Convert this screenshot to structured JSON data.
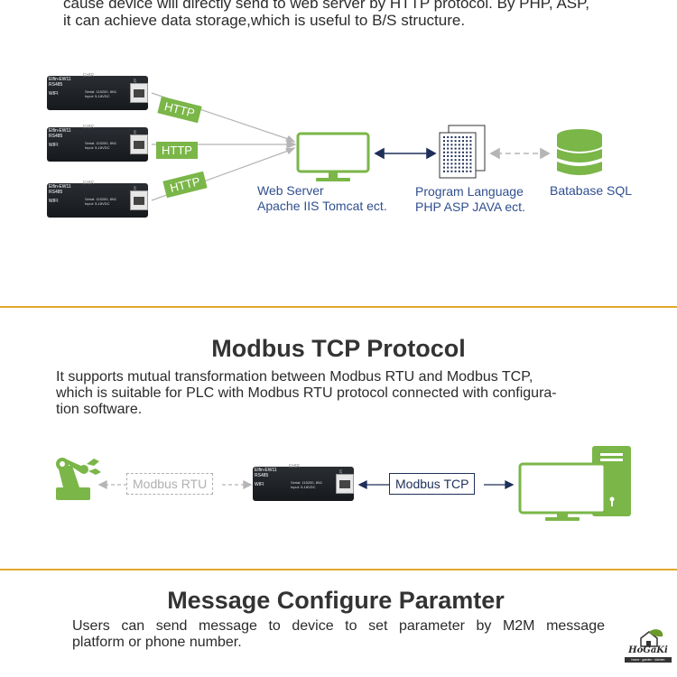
{
  "intro": {
    "line1": "cause device will directly send to web server by HTTP protocol. By PHP, ASP,",
    "line2": "it can achieve data storage,which is useful to B/S structure."
  },
  "http_diagram": {
    "devices": [
      {
        "model": "Elfin-EW11",
        "sub": "RS485",
        "wifi": "WIFI",
        "specs": "Serial: 115200, 8N1\nInput: 5-18VDC",
        "brand": "EHIR",
        "sd": "STATUS"
      },
      {
        "model": "Elfin-EW11",
        "sub": "RS485",
        "wifi": "WIFI",
        "specs": "Serial: 115200, 8N1\nInput: 5-18VDC",
        "brand": "EHIR",
        "sd": "STATUS"
      },
      {
        "model": "Elfin-EW11",
        "sub": "RS485",
        "wifi": "WIFI",
        "specs": "Serial: 115200, 8N1\nInput: 5-18VDC",
        "brand": "EHIR",
        "sd": "STATUS"
      }
    ],
    "tags": [
      "HTTP",
      "HTTP",
      "HTTP"
    ],
    "web_server": {
      "line1": "Web Server",
      "line2": "Apache IIS Tomcat ect."
    },
    "program": {
      "line1": "Program Language",
      "line2": "PHP ASP JAVA ect."
    },
    "database": {
      "label": "Batabase SQL"
    },
    "colors": {
      "green": "#7ab648",
      "navy": "#1f2f5a",
      "grey": "#b5b5b5",
      "blue_text": "#2f4f8f"
    },
    "icons": [
      "monitor-icon",
      "document-icon",
      "database-icon"
    ]
  },
  "modbus": {
    "title": "Modbus TCP Protocol",
    "line1": "It supports mutual transformation between Modbus RTU and Modbus TCP,",
    "line2": "which is suitable for PLC with Modbus RTU protocol connected with configura-",
    "line3": "tion software.",
    "rtu_label": "Modbus RTU",
    "tcp_label": "Modbus TCP",
    "device": {
      "model": "Elfin-EW11",
      "sub": "RS485",
      "wifi": "WIFI",
      "specs": "Serial: 115200, 8N1\nInput: 5-18VDC",
      "brand": "EHIR",
      "sd": "STATUS"
    },
    "icons": [
      "robot-arm-icon",
      "computer-icon"
    ]
  },
  "message": {
    "title": "Message Configure Paramter",
    "line1": "Users can send message to device to set parameter by M2M message",
    "line2": "platform or phone number."
  },
  "watermark": {
    "brand": "HoGaKi",
    "sub": "home · garden · kitchen"
  },
  "theme": {
    "divider": "#e3a829"
  }
}
